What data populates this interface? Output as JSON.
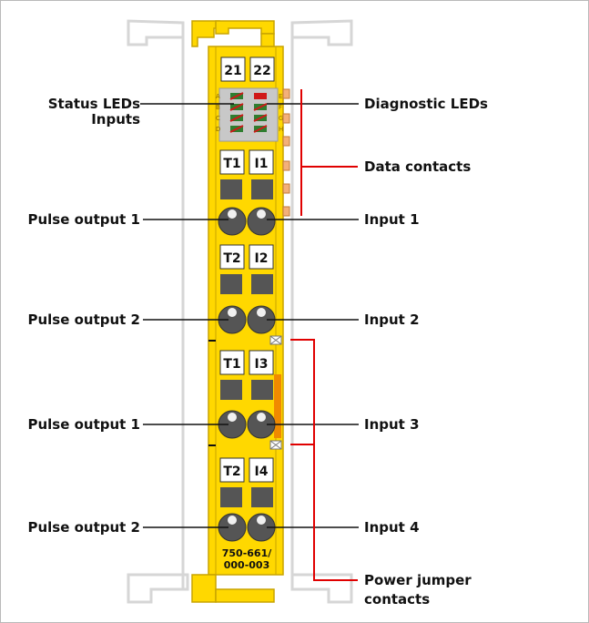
{
  "module": {
    "header_labels": [
      "21",
      "22"
    ],
    "led_row_letters_left": [
      "A",
      "B",
      "C",
      "D"
    ],
    "led_row_letters_right": [
      "E",
      "F",
      "G",
      "H"
    ],
    "terminal_labels": [
      {
        "left": "T1",
        "right": "I1"
      },
      {
        "left": "T2",
        "right": "I2"
      },
      {
        "left": "T1",
        "right": "I3"
      },
      {
        "left": "T2",
        "right": "I4"
      }
    ],
    "part_number_line1": "750-661/",
    "part_number_line2": "000-003",
    "colors": {
      "body": "#ffd800",
      "body_edge": "#c8a400",
      "rail": "#d8d8d8",
      "led_green": "#2f7d2f",
      "led_red": "#d01818",
      "leader_red": "#e00000",
      "contact_orange": "#f08a00"
    }
  },
  "labels": {
    "status_leds": "Status LEDs",
    "inputs": "Inputs",
    "diagnostic_leds": "Diagnostic LEDs",
    "data_contacts": "Data contacts",
    "pulse_output_1a": "Pulse output 1",
    "input_1": "Input 1",
    "pulse_output_2a": "Pulse output 2",
    "input_2": "Input 2",
    "pulse_output_1b": "Pulse output 1",
    "input_3": "Input 3",
    "pulse_output_2b": "Pulse output 2",
    "input_4": "Input 4",
    "power_jumper_line1": "Power jumper",
    "power_jumper_line2": "contacts"
  }
}
